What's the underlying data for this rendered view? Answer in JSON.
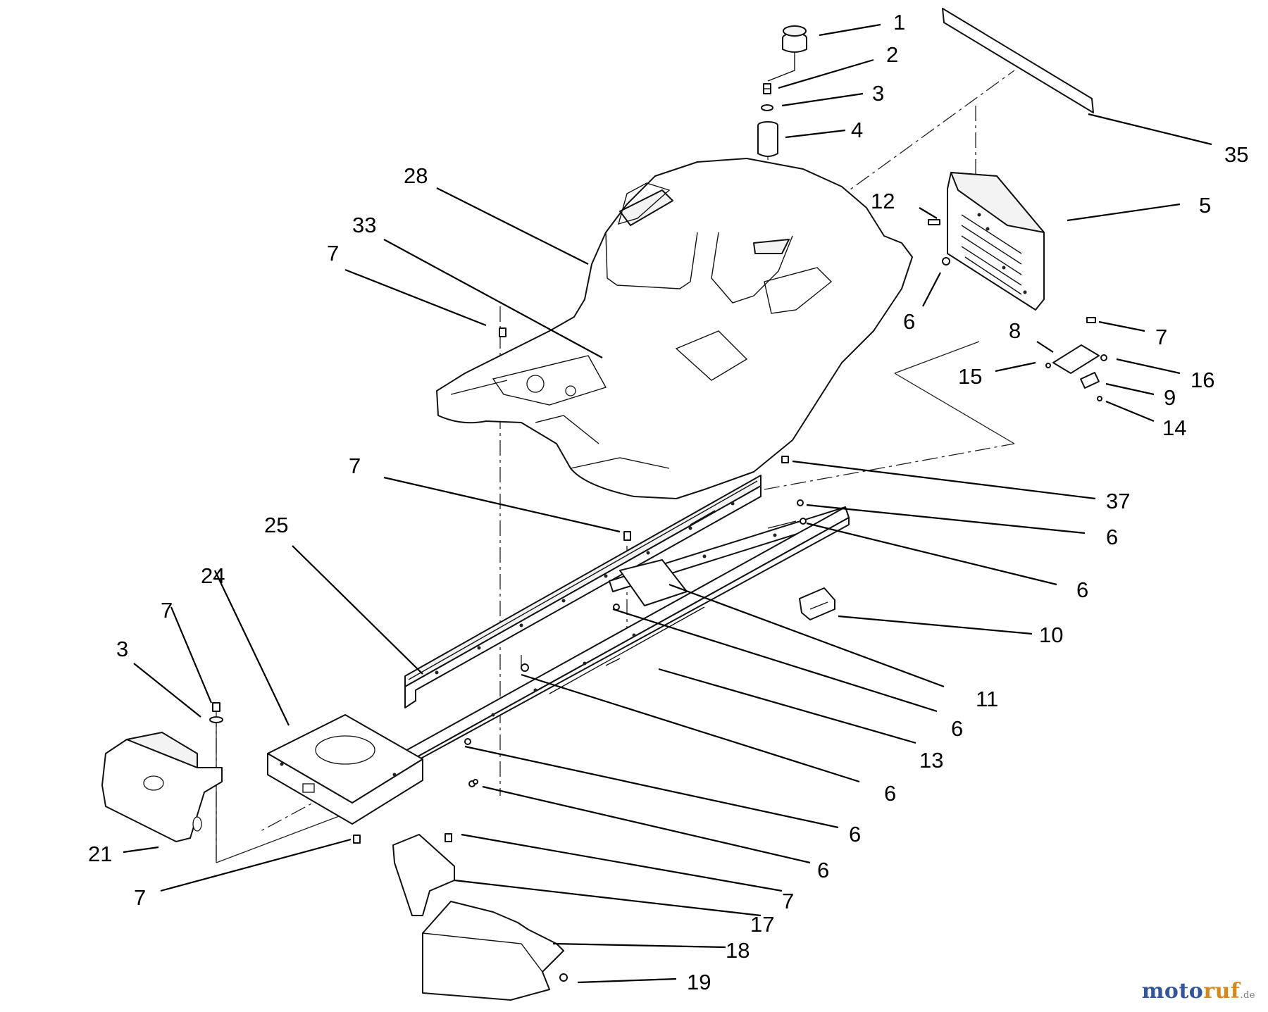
{
  "callouts": [
    "1",
    "2",
    "3",
    "4",
    "35",
    "28",
    "12",
    "5",
    "33",
    "7",
    "6",
    "8",
    "16",
    "15",
    "9",
    "14",
    "37",
    "25",
    "24",
    "10",
    "11",
    "13",
    "21",
    "17",
    "18",
    "19"
  ],
  "watermark": {
    "brand_a": "moto",
    "brand_b": "ruf",
    "suffix": ".de"
  }
}
